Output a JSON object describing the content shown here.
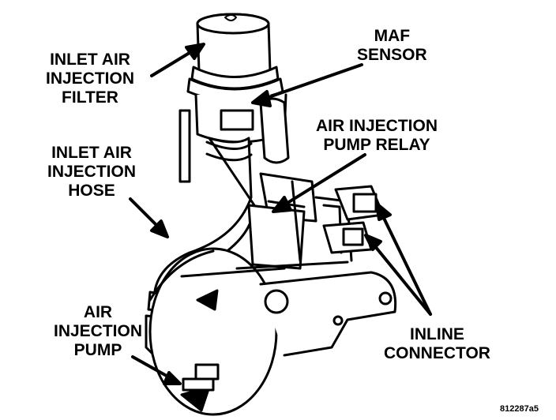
{
  "labels": {
    "inlet_air_injection_filter": [
      "INLET AIR",
      "INJECTION",
      "FILTER"
    ],
    "maf_sensor": [
      "MAF",
      "SENSOR"
    ],
    "air_injection_pump_relay": [
      "AIR INJECTION",
      "PUMP RELAY"
    ],
    "inlet_air_injection_hose": [
      "INLET AIR",
      "INJECTION",
      "HOSE"
    ],
    "air_injection_pump": [
      "AIR",
      "INJECTION",
      "PUMP"
    ],
    "inline_connector": [
      "INLINE",
      "CONNECTOR"
    ]
  },
  "figure_id": "812287a5",
  "colors": {
    "ink": "#000000",
    "paper": "#ffffff"
  }
}
